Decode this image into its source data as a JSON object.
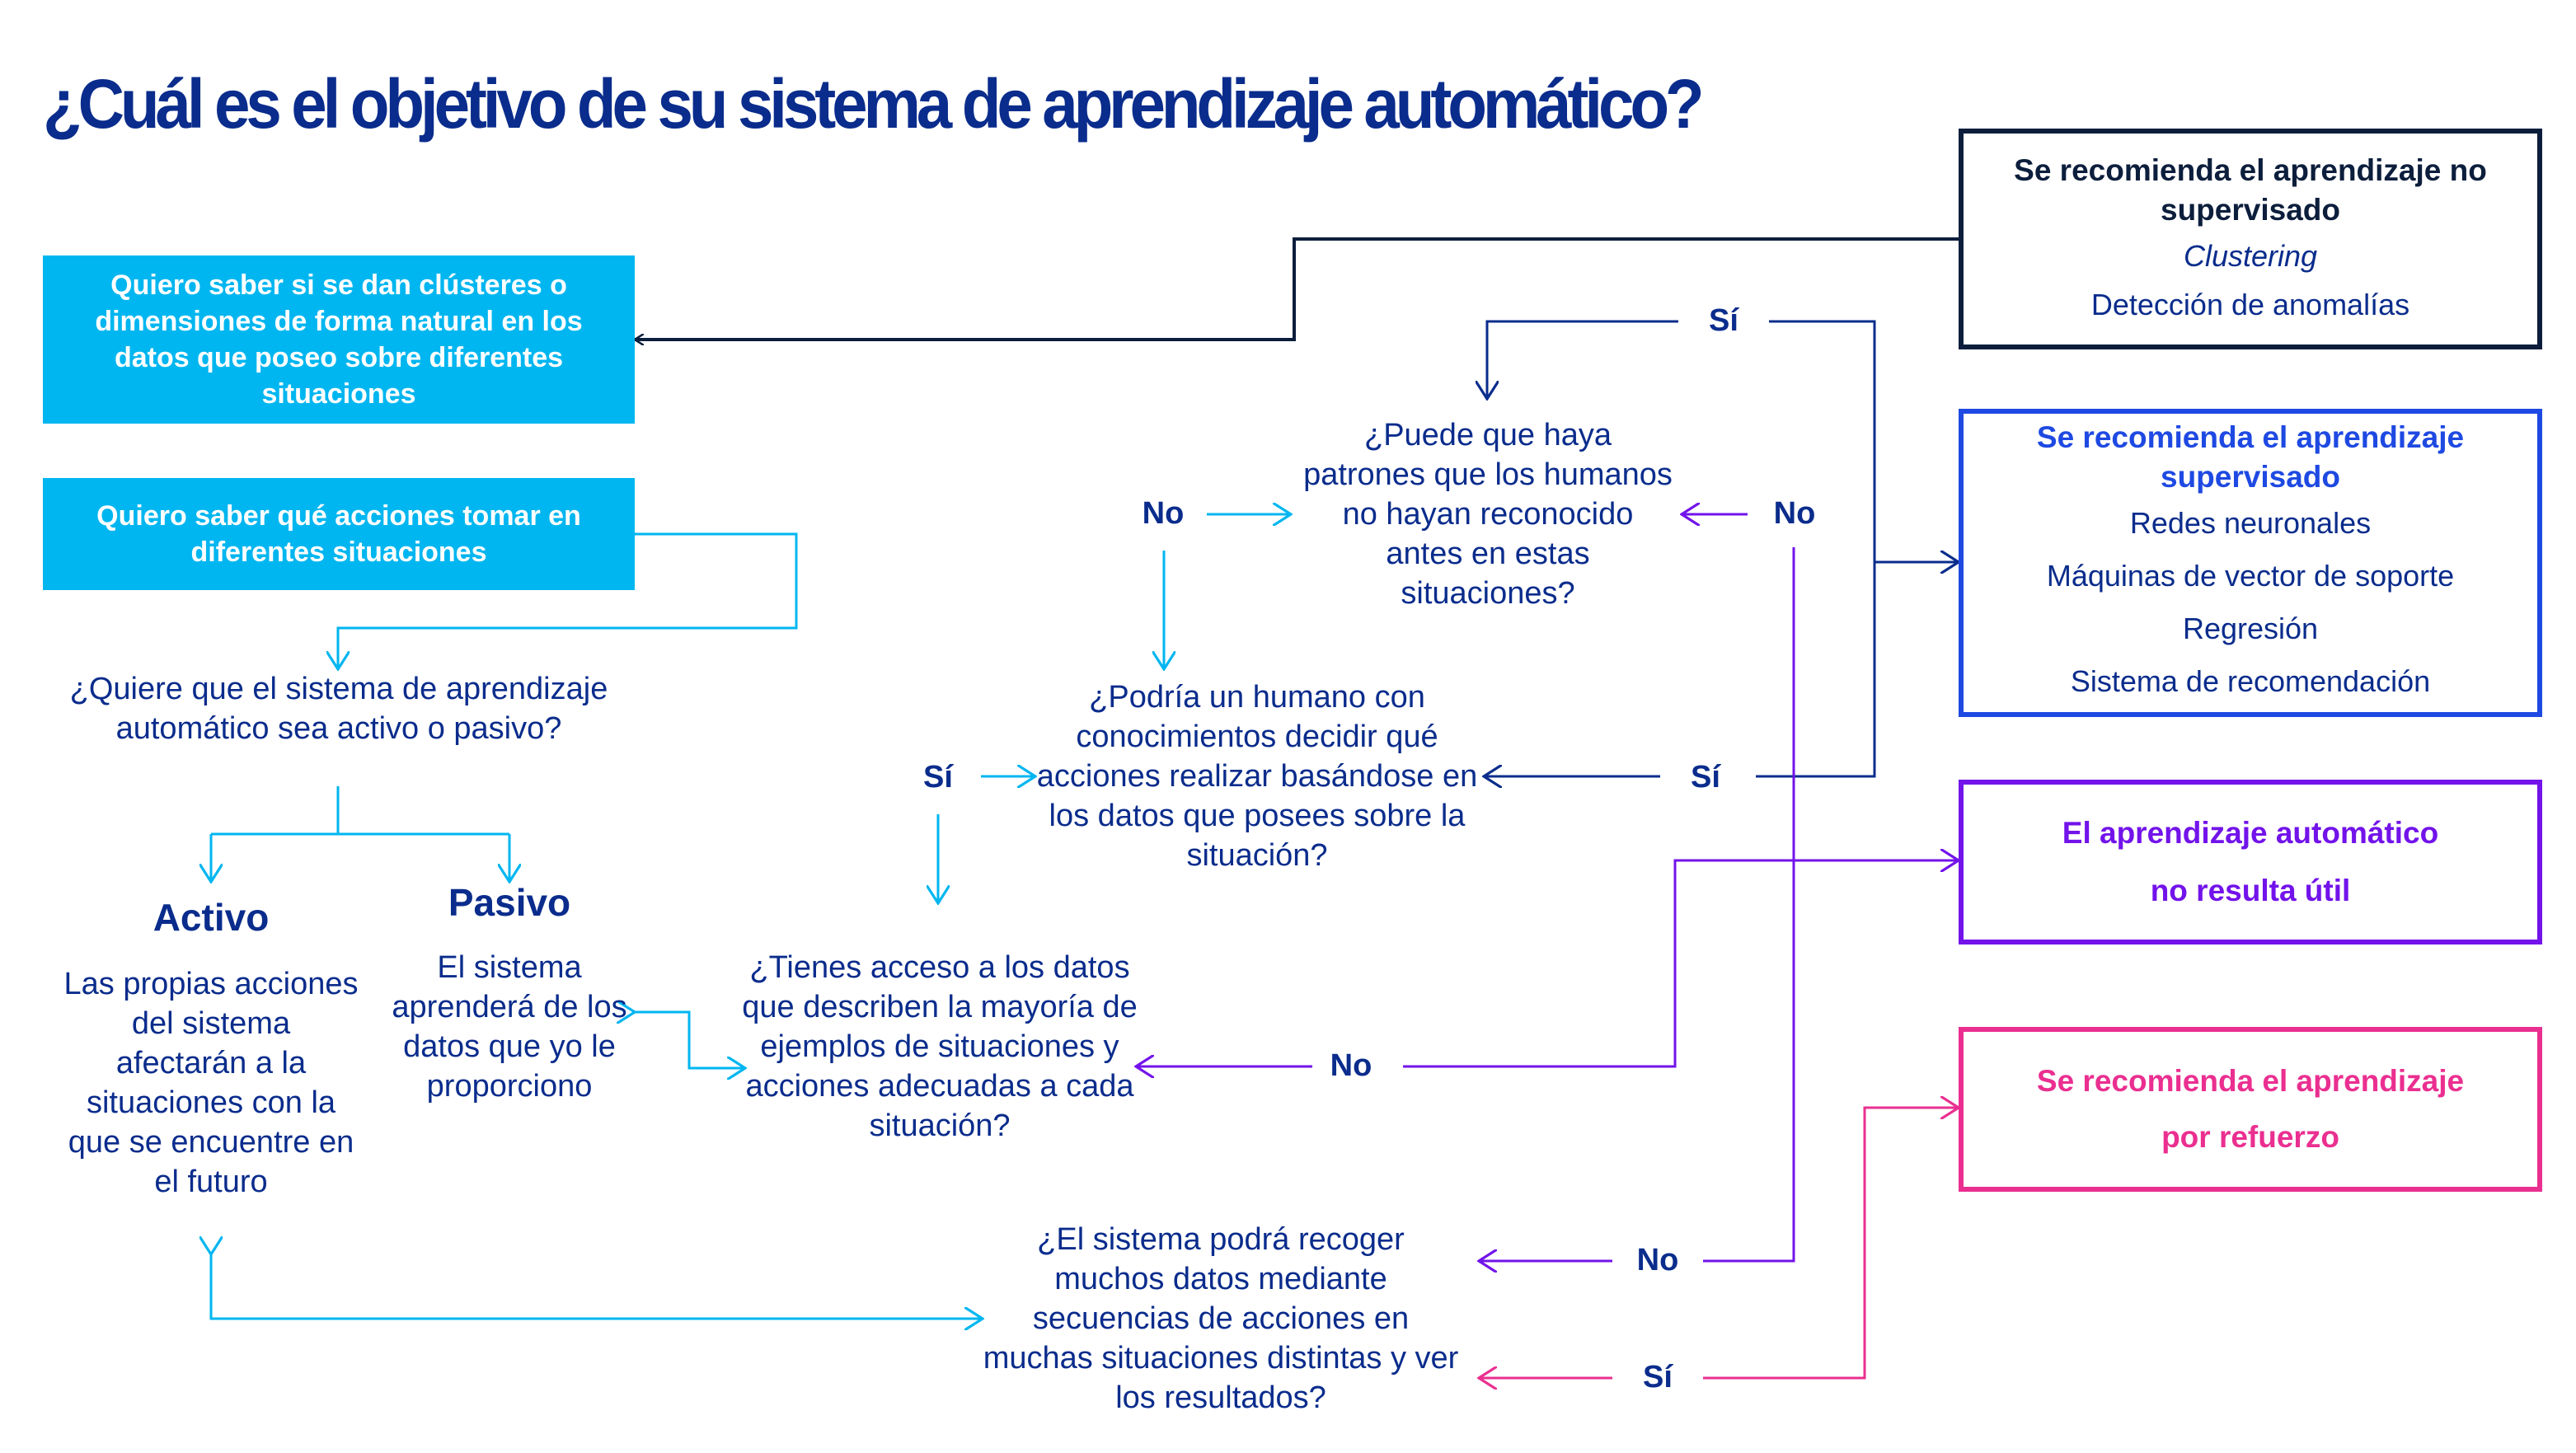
{
  "title": "¿Cuál es el objetivo de su sistema de aprendizaje automático?",
  "colors": {
    "navy": "#0a2c8c",
    "dark": "#0c1e3c",
    "cyan": "#00b6f0",
    "blue": "#1e49e2",
    "purple": "#7213ea",
    "pink": "#ea2f90"
  },
  "boxes": {
    "clusters": "Quiero saber si se dan clústeres o dimensiones de forma natural en los datos que poseo sobre diferentes situaciones",
    "acciones": "Quiero saber qué acciones tomar en diferentes situaciones"
  },
  "questions": {
    "activo_pasivo": "¿Quiere que el sistema de aprendizaje automático sea activo o pasivo?",
    "patrones": "¿Puede que haya patrones que los humanos no hayan reconocido antes en estas situaciones?",
    "humano": "¿Podría un humano con conocimientos decidir qué acciones realizar basándose en los datos que posees sobre la situación?",
    "acceso": "¿Tienes acceso a los datos que describen la mayoría de ejemplos de situaciones y acciones adecuadas a cada situación?",
    "recoger": "¿El sistema podrá recoger muchos datos mediante secuencias de acciones en muchas situaciones distintas y ver los resultados?"
  },
  "options": {
    "activo": {
      "label": "Activo",
      "text": "Las propias acciones del sistema afectarán a la situaciones con la que se encuentre en el futuro"
    },
    "pasivo": {
      "label": "Pasivo",
      "text": "El sistema aprenderá de los datos que yo le proporciono"
    }
  },
  "edge_labels": {
    "si_top": "Sí",
    "no_left": "No",
    "no_right": "No",
    "si_humano_left": "Sí",
    "si_humano_right": "Sí",
    "no_acceso": "No",
    "no_recoger": "No",
    "si_recoger": "Sí"
  },
  "results": {
    "no_supervisado": {
      "heading": "Se recomienda el aprendizaje no supervisado",
      "items": [
        "Clustering",
        "Detección de anomalías"
      ]
    },
    "supervisado": {
      "heading": "Se recomienda el aprendizaje supervisado",
      "items": [
        "Redes neuronales",
        "Máquinas de vector de soporte",
        "Regresión",
        "Sistema de recomendación"
      ]
    },
    "no_util": {
      "heading": "El aprendizaje automático no resulta útil"
    },
    "refuerzo": {
      "heading": "Se recomienda el aprendizaje por refuerzo"
    }
  }
}
